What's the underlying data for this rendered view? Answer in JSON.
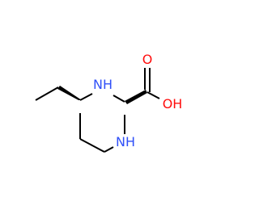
{
  "molecule": {
    "atoms": {
      "nh_top": "NH",
      "nh_bottom": "NH",
      "carbonyl_o": "O",
      "hydroxyl": "OH"
    },
    "colors": {
      "bond": "#000000",
      "nitrogen": "#3050F8",
      "oxygen": "#FF0D0D"
    }
  }
}
